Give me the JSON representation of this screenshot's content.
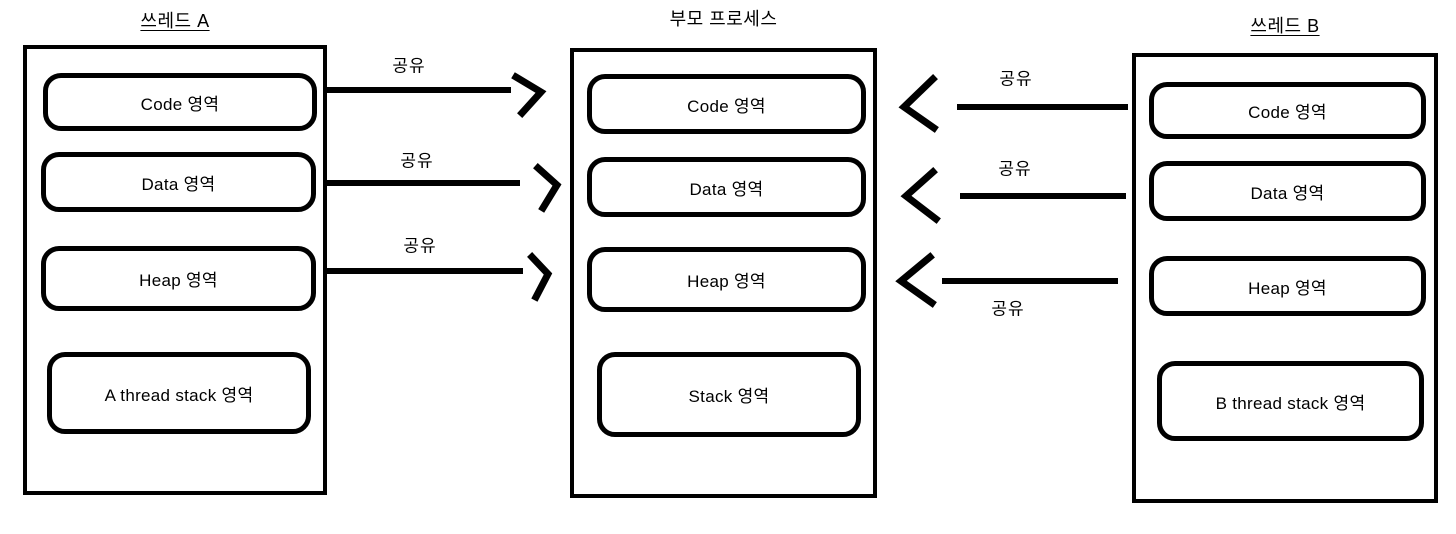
{
  "diagram": {
    "title_context": "thread-process-memory-sharing",
    "colors": {
      "ink": "#000000",
      "background": "#ffffff"
    },
    "columns": [
      {
        "id": "thread-a",
        "title": "쓰레드 A",
        "title_underlined": true,
        "boxes": [
          "Code 영역",
          "Data 영역",
          "Heap 영역",
          "A thread stack 영역"
        ]
      },
      {
        "id": "parent-process",
        "title": "부모 프로세스",
        "title_underlined": false,
        "boxes": [
          "Code 영역",
          "Data 영역",
          "Heap 영역",
          "Stack 영역"
        ]
      },
      {
        "id": "thread-b",
        "title": "쓰레드 B",
        "title_underlined": true,
        "boxes": [
          "Code 영역",
          "Data 영역",
          "Heap 영역",
          "B thread stack 영역"
        ]
      }
    ],
    "arrows": [
      {
        "label": "공유",
        "from": "thread-a.code",
        "to": "parent-process.code",
        "direction": "right",
        "label_position": "above"
      },
      {
        "label": "공유",
        "from": "thread-a.data",
        "to": "parent-process.data",
        "direction": "right",
        "label_position": "above"
      },
      {
        "label": "공유",
        "from": "thread-a.heap",
        "to": "parent-process.heap",
        "direction": "right",
        "label_position": "above"
      },
      {
        "label": "공유",
        "from": "thread-b.code",
        "to": "parent-process.code",
        "direction": "left",
        "label_position": "above"
      },
      {
        "label": "공유",
        "from": "thread-b.data",
        "to": "parent-process.data",
        "direction": "left",
        "label_position": "above"
      },
      {
        "label": "공유",
        "from": "thread-b.heap",
        "to": "parent-process.heap",
        "direction": "left",
        "label_position": "below"
      }
    ]
  }
}
